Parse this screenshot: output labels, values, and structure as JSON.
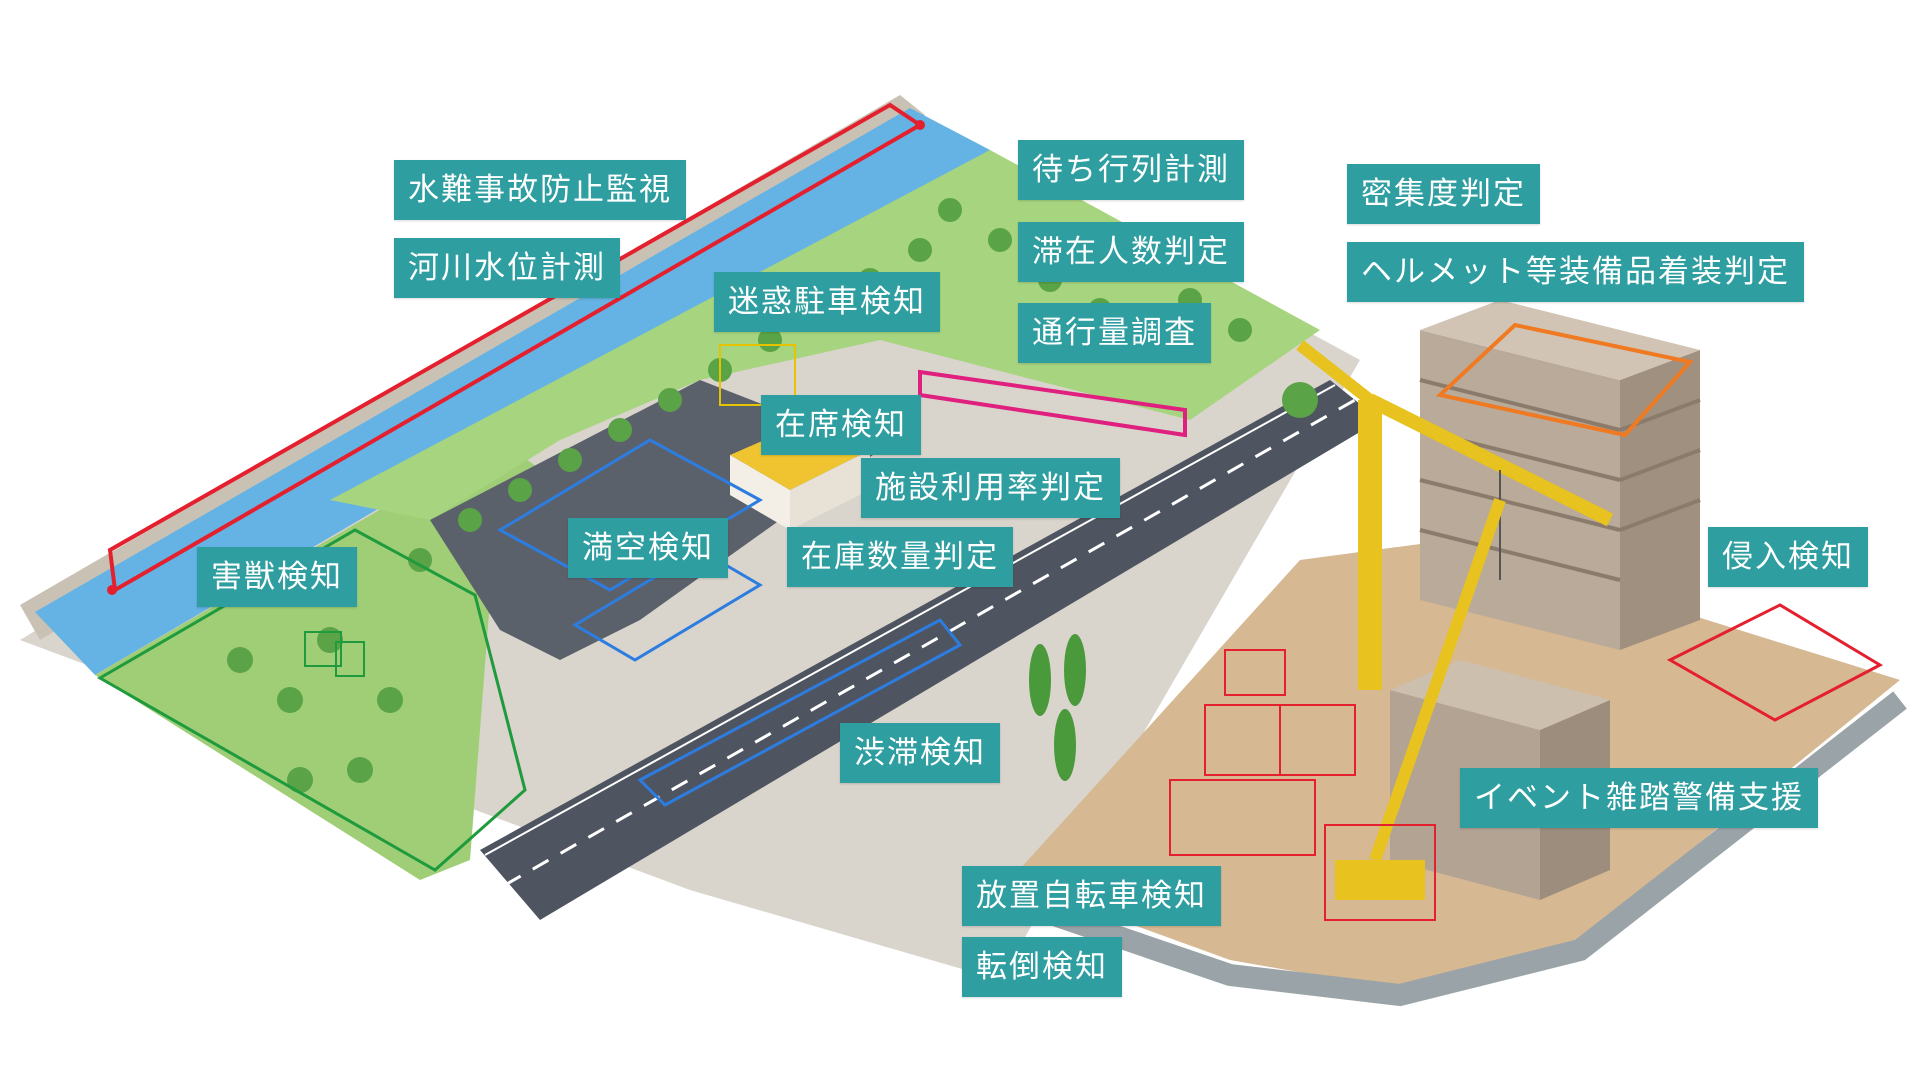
{
  "labels": {
    "water_accident": "水難事故防止監視",
    "river_level": "河川水位計測",
    "illegal_parking": "迷惑駐車検知",
    "queue": "待ち行列計測",
    "stay_count": "滞在人数判定",
    "traffic_volume": "通行量調査",
    "density": "密集度判定",
    "helmet": "ヘルメット等装備品着装判定",
    "seat": "在席検知",
    "facility_usage": "施設利用率判定",
    "parking_occupancy": "満空検知",
    "stock_count": "在庫数量判定",
    "animal": "害獣検知",
    "intrusion": "侵入検知",
    "congestion": "渋滞検知",
    "crowd_security": "イベント雑踏警備支援",
    "abandoned_bicycle": "放置自転車検知",
    "fall": "転倒検知"
  },
  "colors": {
    "label_bg": "#2e9ea1",
    "label_text": "#ffffff",
    "river": "#64b3e4",
    "grass": "#9fce77",
    "road": "#4f5560",
    "detect_red": "#e4202e",
    "detect_green": "#1f9a3c",
    "detect_blue": "#2d7de0",
    "detect_magenta": "#e0207f",
    "detect_orange": "#f07a22",
    "detect_yellow": "#e5c300",
    "crane": "#e8c21f",
    "building": "#b9aa9a"
  }
}
